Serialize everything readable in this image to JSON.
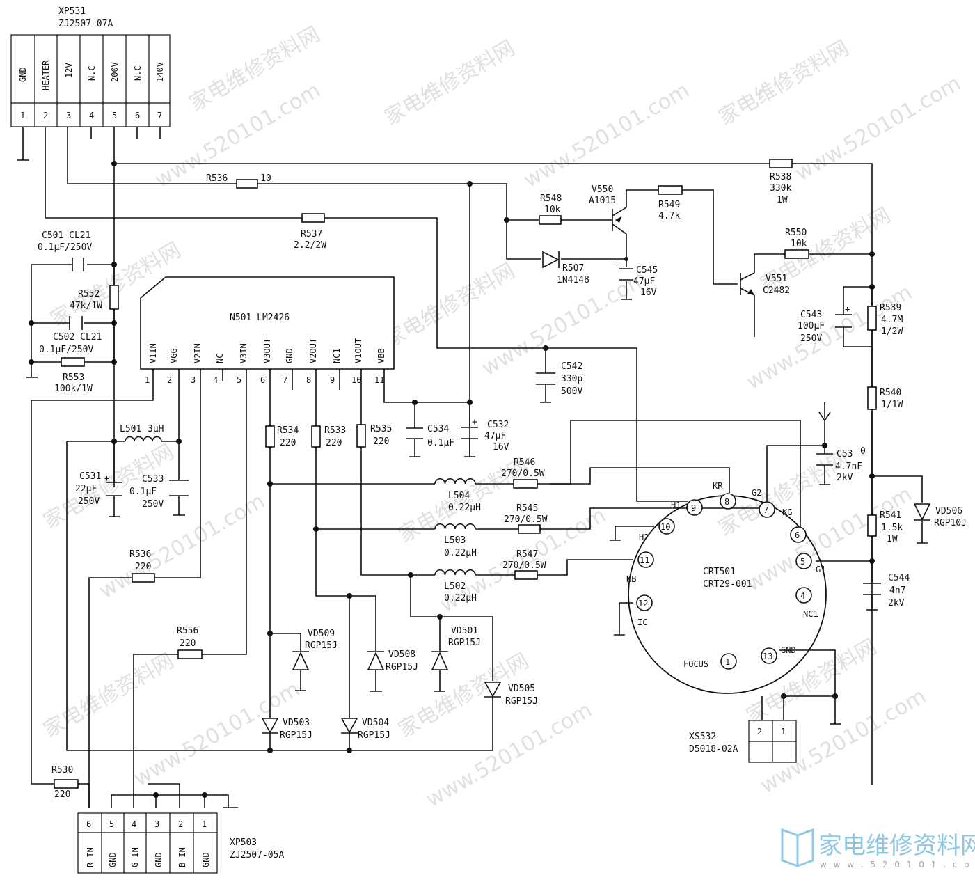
{
  "watermark": {
    "chinese_text": "家电维修资料网",
    "url_text": "www.520101.com"
  },
  "logo": {
    "chinese_text": "家电维修资料网",
    "url_text": "w w w . 5 2 0 1 0 1 . c o m",
    "color": "#8fc8e6"
  },
  "connectors": {
    "xp531": {
      "ref": "XP531",
      "part": "ZJ2507-07A",
      "pins": [
        {
          "num": "1",
          "label": "GND"
        },
        {
          "num": "2",
          "label": "HEATER"
        },
        {
          "num": "3",
          "label": "12V"
        },
        {
          "num": "4",
          "label": "N.C"
        },
        {
          "num": "5",
          "label": "200V"
        },
        {
          "num": "6",
          "label": "N.C"
        },
        {
          "num": "7",
          "label": "140V"
        }
      ]
    },
    "xp503": {
      "ref": "XP503",
      "part": "ZJ2507-05A",
      "pins": [
        {
          "num": "6",
          "label": "R IN"
        },
        {
          "num": "5",
          "label": "GND"
        },
        {
          "num": "4",
          "label": "G IN"
        },
        {
          "num": "3",
          "label": "GND"
        },
        {
          "num": "2",
          "label": "B IN"
        },
        {
          "num": "1",
          "label": "GND"
        }
      ]
    },
    "xs532": {
      "ref": "XS532",
      "part": "D5018-02A",
      "pins": [
        "2",
        "1"
      ]
    }
  },
  "ic": {
    "ref": "N501 LM2426",
    "pins": [
      {
        "num": "1",
        "name": "V1IN"
      },
      {
        "num": "2",
        "name": "VGG"
      },
      {
        "num": "3",
        "name": "V2IN"
      },
      {
        "num": "4",
        "name": "NC"
      },
      {
        "num": "5",
        "name": "V3IN"
      },
      {
        "num": "6",
        "name": "V3OUT"
      },
      {
        "num": "7",
        "name": "GND"
      },
      {
        "num": "8",
        "name": "V2OUT"
      },
      {
        "num": "9",
        "name": "NC1"
      },
      {
        "num": "10",
        "name": "V1OUT"
      },
      {
        "num": "11",
        "name": "VBB"
      }
    ]
  },
  "crt": {
    "ref": "CRT501",
    "part": "CRT29-001",
    "pins": [
      {
        "num": "1",
        "name": "FOCUS"
      },
      {
        "num": "4",
        "name": "NC1"
      },
      {
        "num": "5",
        "name": "G1"
      },
      {
        "num": "6",
        "name": "KG"
      },
      {
        "num": "7",
        "name": "G2"
      },
      {
        "num": "8",
        "name": "KR"
      },
      {
        "num": "9",
        "name": "H1"
      },
      {
        "num": "10",
        "name": "H2"
      },
      {
        "num": "11",
        "name": "KB"
      },
      {
        "num": "12",
        "name": "IC"
      },
      {
        "num": "13",
        "name": "GND"
      }
    ]
  },
  "components": {
    "r536a": {
      "ref": "R536",
      "value": "10"
    },
    "r537": {
      "ref": "R537",
      "value": "2.2/2W"
    },
    "r538": {
      "ref": "R538",
      "value": "330k",
      "rating": "1W"
    },
    "r548": {
      "ref": "R548",
      "value": "10k"
    },
    "v550": {
      "ref": "V550",
      "part": "A1015"
    },
    "r549": {
      "ref": "R549",
      "value": "4.7k"
    },
    "r507": {
      "ref": "R507",
      "part": "1N4148"
    },
    "c545": {
      "ref": "C545",
      "value": "47μF",
      "rating": "16V"
    },
    "r550": {
      "ref": "R550",
      "value": "10k"
    },
    "v551": {
      "ref": "V551",
      "part": "C2482"
    },
    "c543": {
      "ref": "C543",
      "value": "100μF",
      "rating": "250V"
    },
    "r539": {
      "ref": "R539",
      "value": "4.7M",
      "rating": "1/2W"
    },
    "r540": {
      "ref": "R540",
      "value": "1/1W"
    },
    "c501": {
      "ref": "C501 CL21",
      "value": "0.1μF/250V"
    },
    "r552": {
      "ref": "R552",
      "value": "47k/1W"
    },
    "c502": {
      "ref": "C502 CL21",
      "value": "0.1μF/250V"
    },
    "r553": {
      "ref": "R553",
      "value": "100k/1W"
    },
    "c542": {
      "ref": "C542",
      "value": "330p",
      "rating": "500V"
    },
    "l501": {
      "ref": "L501",
      "value": "3μH"
    },
    "c534": {
      "ref": "C534",
      "value": "0.1μF"
    },
    "c532": {
      "ref": "C532",
      "value": "47μF",
      "rating": "16V"
    },
    "r534": {
      "ref": "R534",
      "value": "220"
    },
    "r533": {
      "ref": "R533",
      "value": "220"
    },
    "r535": {
      "ref": "R535",
      "value": "220"
    },
    "c530": {
      "ref": "C53",
      "suffix": "0",
      "value": "4.7nF",
      "rating": "2kV"
    },
    "c531": {
      "ref": "C531",
      "value": "22μF",
      "rating": "250V"
    },
    "c533": {
      "ref": "C533",
      "value": "0.1μF",
      "rating": "250V"
    },
    "l504": {
      "ref": "L504",
      "value": "0.22μH"
    },
    "r546": {
      "ref": "R546",
      "value": "270/0.5W"
    },
    "l503": {
      "ref": "L503",
      "value": "0.22μH"
    },
    "r545": {
      "ref": "R545",
      "value": "270/0.5W"
    },
    "l502": {
      "ref": "L502",
      "value": "0.22μH"
    },
    "r547": {
      "ref": "R547",
      "value": "270/0.5W"
    },
    "vd506": {
      "ref": "VD506",
      "part": "RGP10J"
    },
    "r541": {
      "ref": "R541",
      "value": "1.5k",
      "rating": "1W"
    },
    "c544": {
      "ref": "C544",
      "value": "4n7",
      "rating": "2kV"
    },
    "r536b": {
      "ref": "R536",
      "value": "220"
    },
    "r556": {
      "ref": "R556",
      "value": "220"
    },
    "vd509": {
      "ref": "VD509",
      "part": "RGP15J"
    },
    "vd508": {
      "ref": "VD508",
      "part": "RGP15J"
    },
    "vd501": {
      "ref": "VD501",
      "part": "RGP15J"
    },
    "vd505": {
      "ref": "VD505",
      "part": "RGP15J"
    },
    "vd503": {
      "ref": "VD503",
      "part": "RGP15J"
    },
    "vd504": {
      "ref": "VD504",
      "part": "RGP15J"
    },
    "r530": {
      "ref": "R530",
      "value": "220"
    }
  }
}
